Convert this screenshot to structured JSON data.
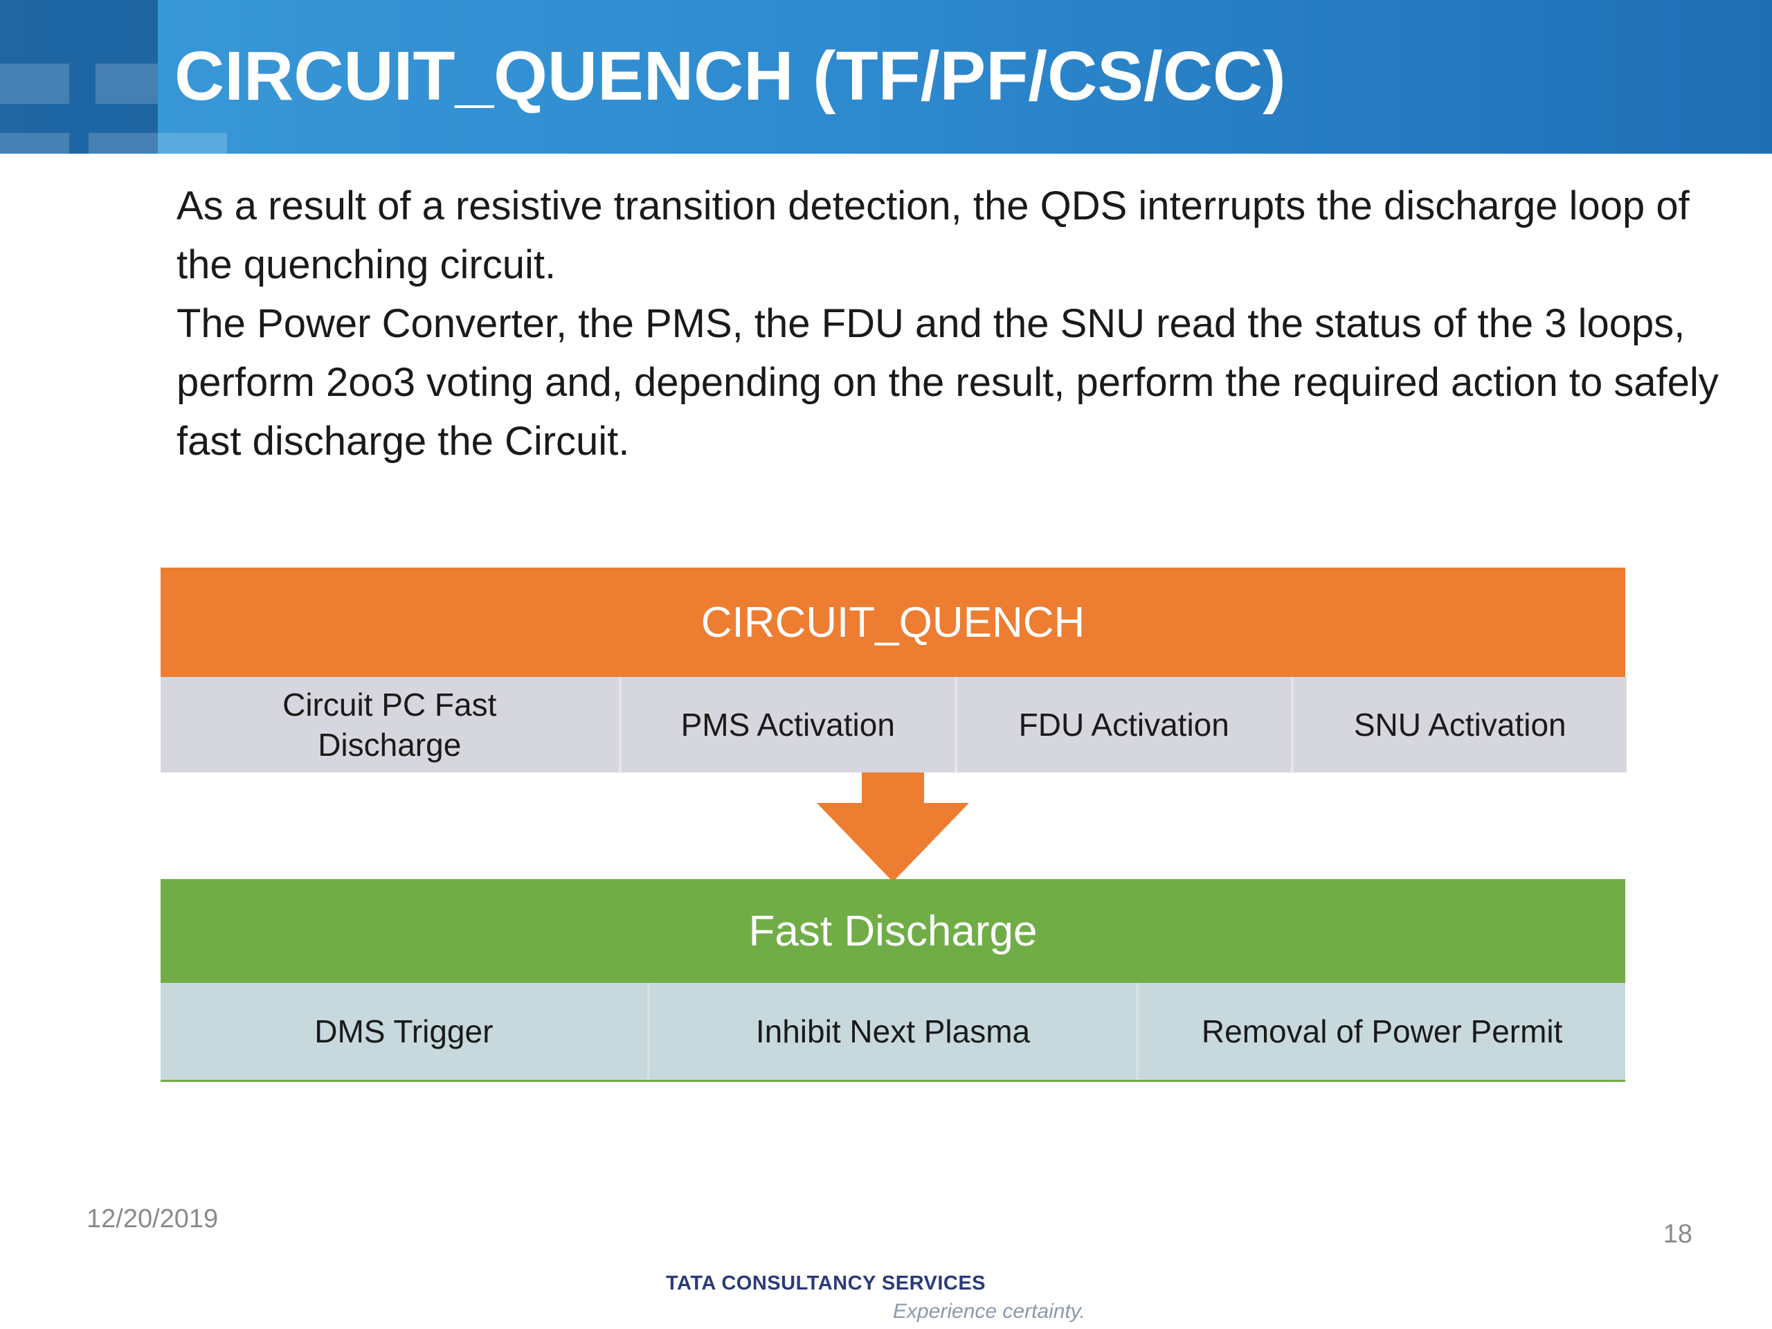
{
  "header": {
    "title": "CIRCUIT_QUENCH (TF/PF/CS/CC)"
  },
  "body": {
    "paragraphs": [
      "As a result of a resistive transition detection, the QDS interrupts the discharge loop of the quenching circuit.",
      "The Power Converter, the PMS, the FDU and the SNU read the status of the 3 loops, perform 2oo3 voting and, depending on the result, perform the required action to safely fast discharge the Circuit."
    ]
  },
  "diagram": {
    "top": {
      "title": "CIRCUIT_QUENCH",
      "cells": [
        "Circuit PC Fast Discharge",
        "PMS Activation",
        "FDU Activation",
        "SNU Activation"
      ]
    },
    "bottom": {
      "title": "Fast Discharge",
      "cells": [
        "DMS Trigger",
        "Inhibit Next Plasma",
        "Removal of Power Permit"
      ]
    },
    "colors": {
      "top_bar": "#ed7d31",
      "bottom_bar": "#70ad47",
      "arrow": "#ed7d31"
    }
  },
  "footer": {
    "date": "12/20/2019",
    "page_number": "18",
    "logo_text": "TATA CONSULTANCY SERVICES",
    "logo_tagline": "Experience certainty."
  }
}
